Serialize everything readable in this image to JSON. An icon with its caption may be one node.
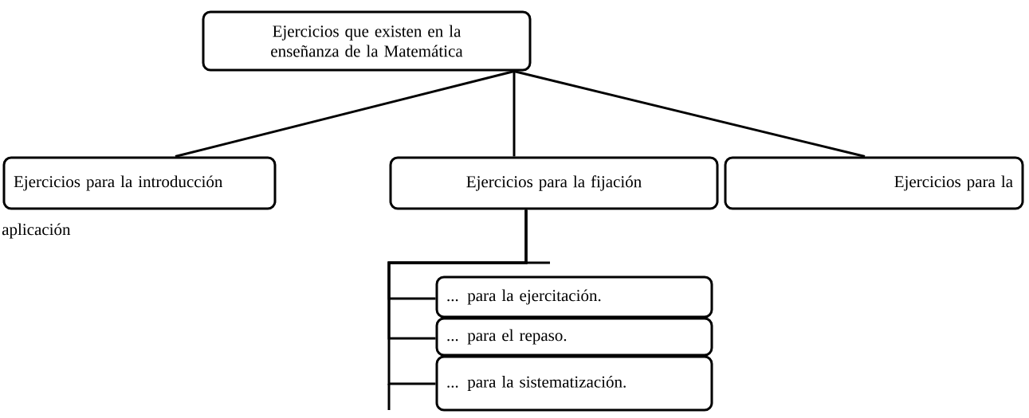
{
  "diagram": {
    "nodes": [
      {
        "text": [
          "Ejercicios que existen en la enseñanza de la Matemática"
        ]
      },
      {
        "text": [
          "Ejercicios para la introducción"
        ]
      },
      {
        "text": [
          "Ejercicios para la fijación"
        ]
      },
      {
        "text": [
          "Ejercicios para la"
        ]
      },
      {
        "text": [
          "... para la ejercitación."
        ]
      },
      {
        "text": [
          "... para el repaso."
        ]
      },
      {
        "text": [
          "... para la sistematización."
        ]
      }
    ],
    "edges": [
      {
        "from": 0,
        "to": 1,
        "arrow": "none"
      },
      {
        "from": 0,
        "to": 2,
        "arrow": "none"
      },
      {
        "from": 0,
        "to": 3,
        "arrow": "none"
      },
      {
        "from": 2,
        "to": 4,
        "arrow": "none"
      },
      {
        "from": 2,
        "to": 5,
        "arrow": "none"
      },
      {
        "from": 2,
        "to": 6,
        "arrow": "none"
      }
    ],
    "labels": [
      "aplicación"
    ]
  }
}
